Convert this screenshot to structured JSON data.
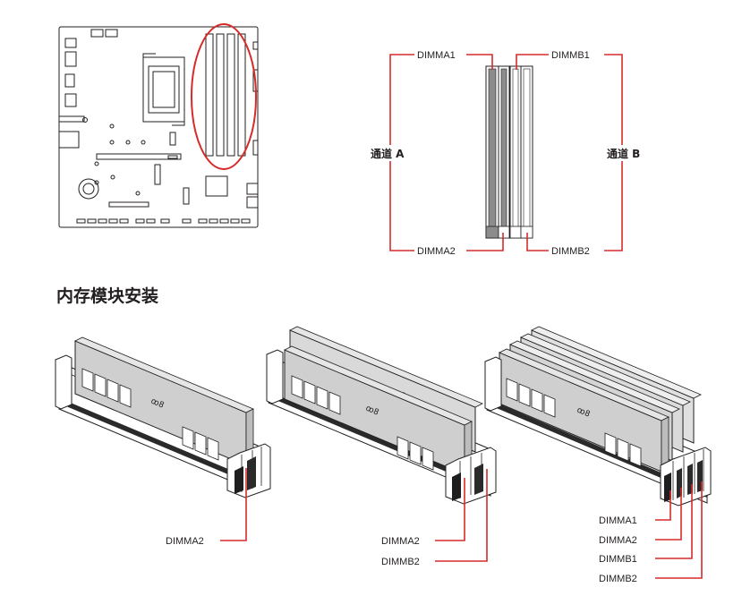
{
  "title": "内存模块安装",
  "channel_a": "通道 A",
  "channel_b": "通道 B",
  "slots": {
    "dimma1": "DIMMA1",
    "dimma2": "DIMMA2",
    "dimmb1": "DIMMB1",
    "dimmb2": "DIMMB2"
  },
  "colors": {
    "accent": "#d52b2b",
    "slot_dark": "#8c8c8c",
    "line": "#231f20",
    "module": "#cfcfcf"
  }
}
